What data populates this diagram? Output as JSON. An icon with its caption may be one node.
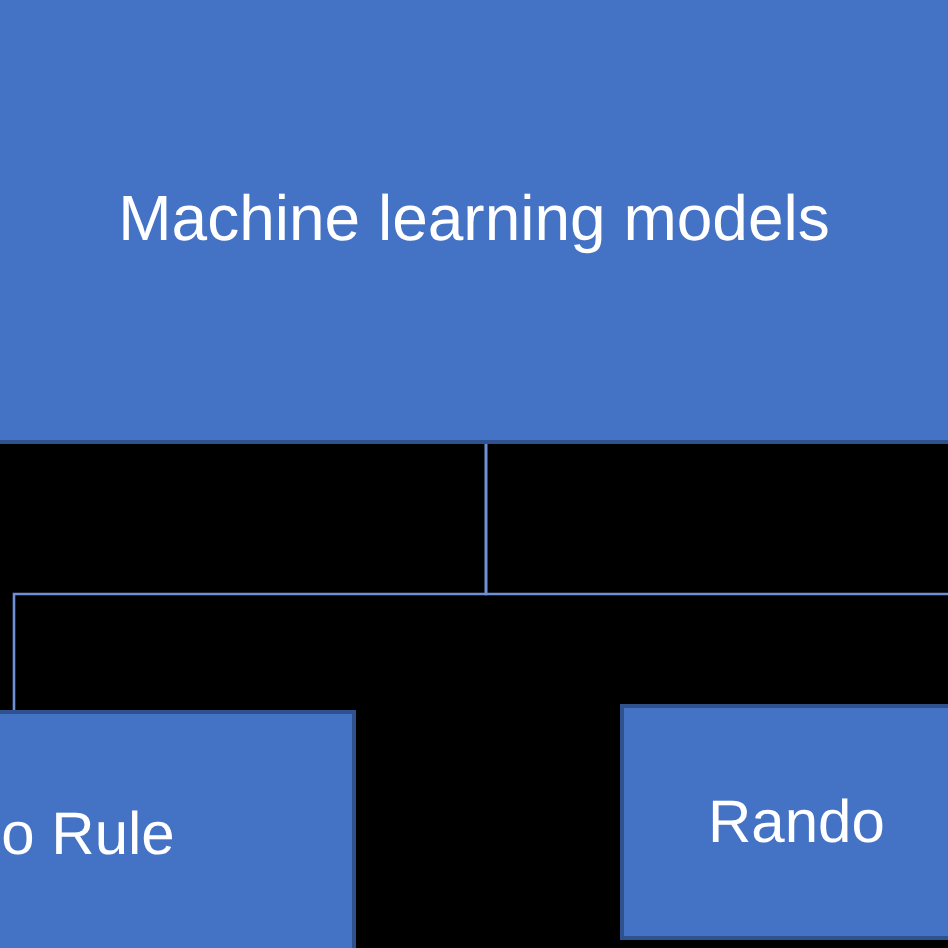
{
  "diagram": {
    "nodes": [
      {
        "text": [
          "Machine learning models"
        ]
      },
      {
        "text": [
          "o Rule"
        ]
      },
      {
        "text": [
          "Rando"
        ]
      }
    ],
    "edges": [
      {
        "from": 0,
        "to": 1,
        "arrow": "none"
      },
      {
        "from": 0,
        "to": 2,
        "arrow": "none"
      }
    ]
  }
}
